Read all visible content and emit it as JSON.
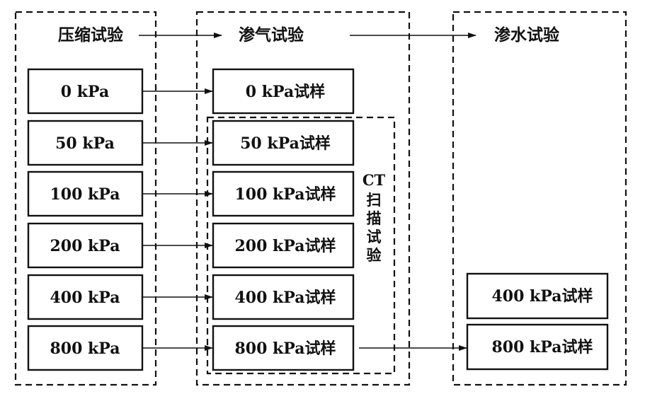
{
  "stages": {
    "compression": "压缩试验",
    "gas_permeability": "渗气试验",
    "water_permeability": "渗水试验"
  },
  "ct_group_label": [
    "CT",
    "扫",
    "描",
    "试",
    "验"
  ],
  "compression_samples": [
    "0 kPa",
    "50 kPa",
    "100 kPa",
    "200 kPa",
    "400 kPa",
    "800 kPa"
  ],
  "gas_samples": [
    "0 kPa试样",
    "50 kPa试样",
    "100 kPa试样",
    "200 kPa试样",
    "400 kPa试样",
    "800 kPa试样"
  ],
  "water_samples": [
    "400 kPa试样",
    "800 kPa试样"
  ]
}
